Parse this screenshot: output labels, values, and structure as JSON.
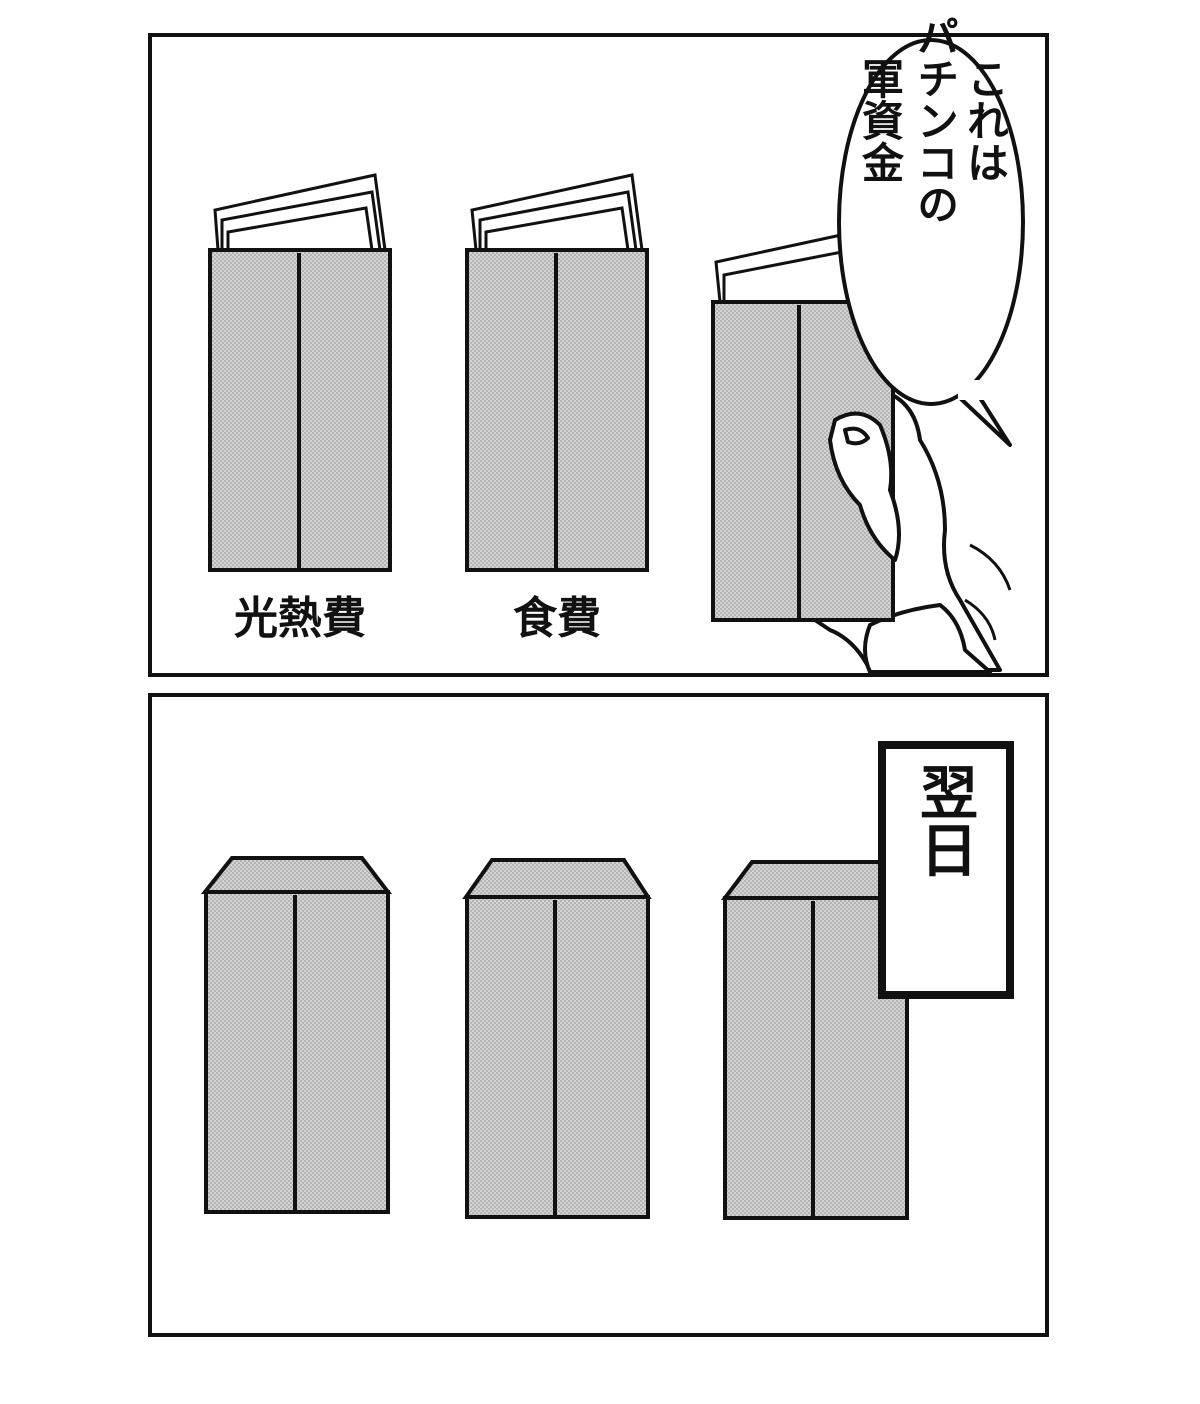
{
  "panel1": {
    "envelope_labels": [
      "光熱費",
      "食費"
    ],
    "speech_bubble": {
      "column1": "これは",
      "column2": "パチンコの",
      "column3": "軍資金"
    }
  },
  "panel2": {
    "caption": "翌日"
  }
}
